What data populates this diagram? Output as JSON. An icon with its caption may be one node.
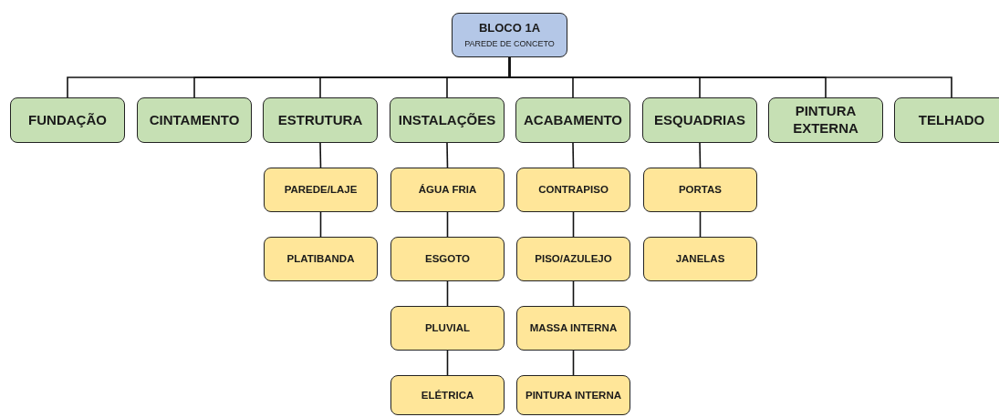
{
  "diagram": {
    "nodes": [
      {
        "text": [
          "BLOCO 1A",
          "PAREDE DE CONCETO"
        ]
      },
      {
        "text": [
          "FUNDAÇÃO"
        ]
      },
      {
        "text": [
          "CINTAMENTO"
        ]
      },
      {
        "text": [
          "ESTRUTURA"
        ]
      },
      {
        "text": [
          "INSTALAÇÕES"
        ]
      },
      {
        "text": [
          "ACABAMENTO"
        ]
      },
      {
        "text": [
          "ESQUADRIAS"
        ]
      },
      {
        "text": [
          "PINTURA EXTERNA"
        ]
      },
      {
        "text": [
          "TELHADO"
        ]
      },
      {
        "text": [
          "PAREDE/LAJE"
        ]
      },
      {
        "text": [
          "PLATIBANDA"
        ]
      },
      {
        "text": [
          "ÁGUA FRIA"
        ]
      },
      {
        "text": [
          "ESGOTO"
        ]
      },
      {
        "text": [
          "PLUVIAL"
        ]
      },
      {
        "text": [
          "ELÉTRICA"
        ]
      },
      {
        "text": [
          "CONTRAPISO"
        ]
      },
      {
        "text": [
          "PISO/AZULEJO"
        ]
      },
      {
        "text": [
          "MASSA INTERNA"
        ]
      },
      {
        "text": [
          "PINTURA INTERNA"
        ]
      },
      {
        "text": [
          "PORTAS"
        ]
      },
      {
        "text": [
          "JANELAS"
        ]
      }
    ],
    "edges": [
      {
        "from": 0,
        "to": 1,
        "arrow": "none"
      },
      {
        "from": 0,
        "to": 2,
        "arrow": "none"
      },
      {
        "from": 0,
        "to": 3,
        "arrow": "none"
      },
      {
        "from": 0,
        "to": 4,
        "arrow": "none"
      },
      {
        "from": 0,
        "to": 5,
        "arrow": "none"
      },
      {
        "from": 0,
        "to": 6,
        "arrow": "none"
      },
      {
        "from": 0,
        "to": 7,
        "arrow": "none"
      },
      {
        "from": 0,
        "to": 8,
        "arrow": "none"
      },
      {
        "from": 3,
        "to": 9,
        "arrow": "none"
      },
      {
        "from": 9,
        "to": 10,
        "arrow": "none"
      },
      {
        "from": 4,
        "to": 11,
        "arrow": "none"
      },
      {
        "from": 11,
        "to": 12,
        "arrow": "none"
      },
      {
        "from": 12,
        "to": 13,
        "arrow": "none"
      },
      {
        "from": 13,
        "to": 14,
        "arrow": "none"
      },
      {
        "from": 5,
        "to": 15,
        "arrow": "none"
      },
      {
        "from": 15,
        "to": 16,
        "arrow": "none"
      },
      {
        "from": 16,
        "to": 17,
        "arrow": "none"
      },
      {
        "from": 17,
        "to": 18,
        "arrow": "none"
      },
      {
        "from": 6,
        "to": 19,
        "arrow": "none"
      },
      {
        "from": 19,
        "to": 20,
        "arrow": "none"
      }
    ]
  }
}
